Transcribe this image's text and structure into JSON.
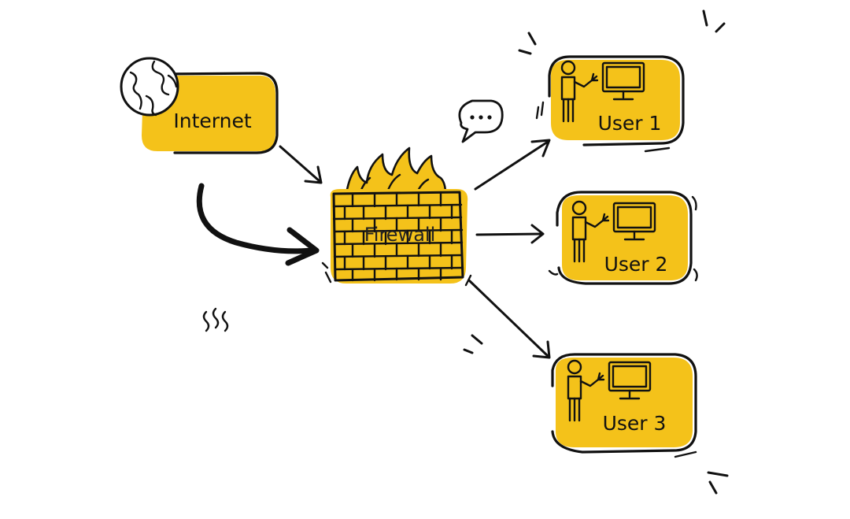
{
  "diagram": {
    "accent_color": "#f4c21a",
    "ink_color": "#111111",
    "nodes": {
      "internet": {
        "label": "Internet",
        "icon": "globe-icon"
      },
      "firewall": {
        "label": "Firewall",
        "icon": "brick-wall-flames-icon"
      },
      "users": [
        {
          "label": "User 1",
          "icon": "person-computer-icon"
        },
        {
          "label": "User 2",
          "icon": "person-computer-icon"
        },
        {
          "label": "User 3",
          "icon": "person-computer-icon"
        }
      ]
    },
    "decorations": [
      "speech-bubble-icon",
      "squiggle-lines",
      "motion-ticks"
    ]
  }
}
